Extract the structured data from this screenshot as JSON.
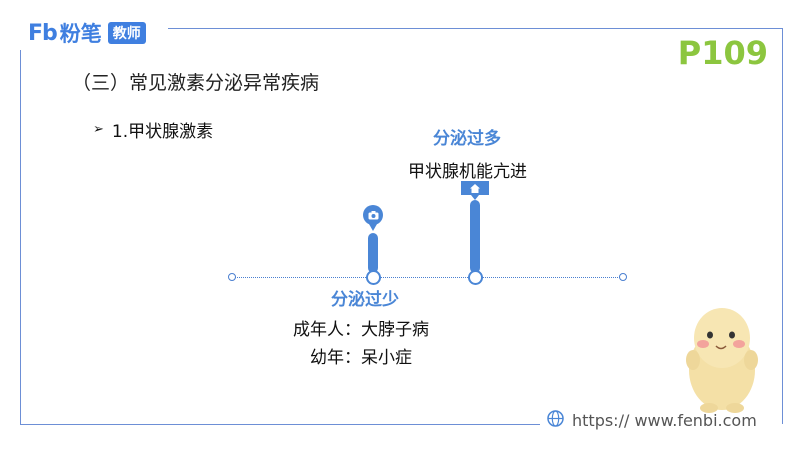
{
  "brand": {
    "mark": "Fb",
    "name": "粉笔",
    "tag": "教师"
  },
  "page_number": "P109",
  "section_title": "（三）常见激素分泌异常疾病",
  "bullet": {
    "arrow": "➢",
    "text": "1.甲状腺激素"
  },
  "timeline": {
    "high": {
      "heading": "分泌过多",
      "disease": "甲状腺机能亢进",
      "icon": "home-icon"
    },
    "low": {
      "heading": "分泌过少",
      "items": [
        "成年人：大脖子病",
        "幼年：呆小症"
      ],
      "icon": "camera-icon"
    }
  },
  "footer": {
    "url": "https:// www.fenbi.com",
    "icon": "globe-icon"
  },
  "colors": {
    "accent": "#4a86d6",
    "page_number": "#8cc63f",
    "frame": "#6d8fd6"
  }
}
